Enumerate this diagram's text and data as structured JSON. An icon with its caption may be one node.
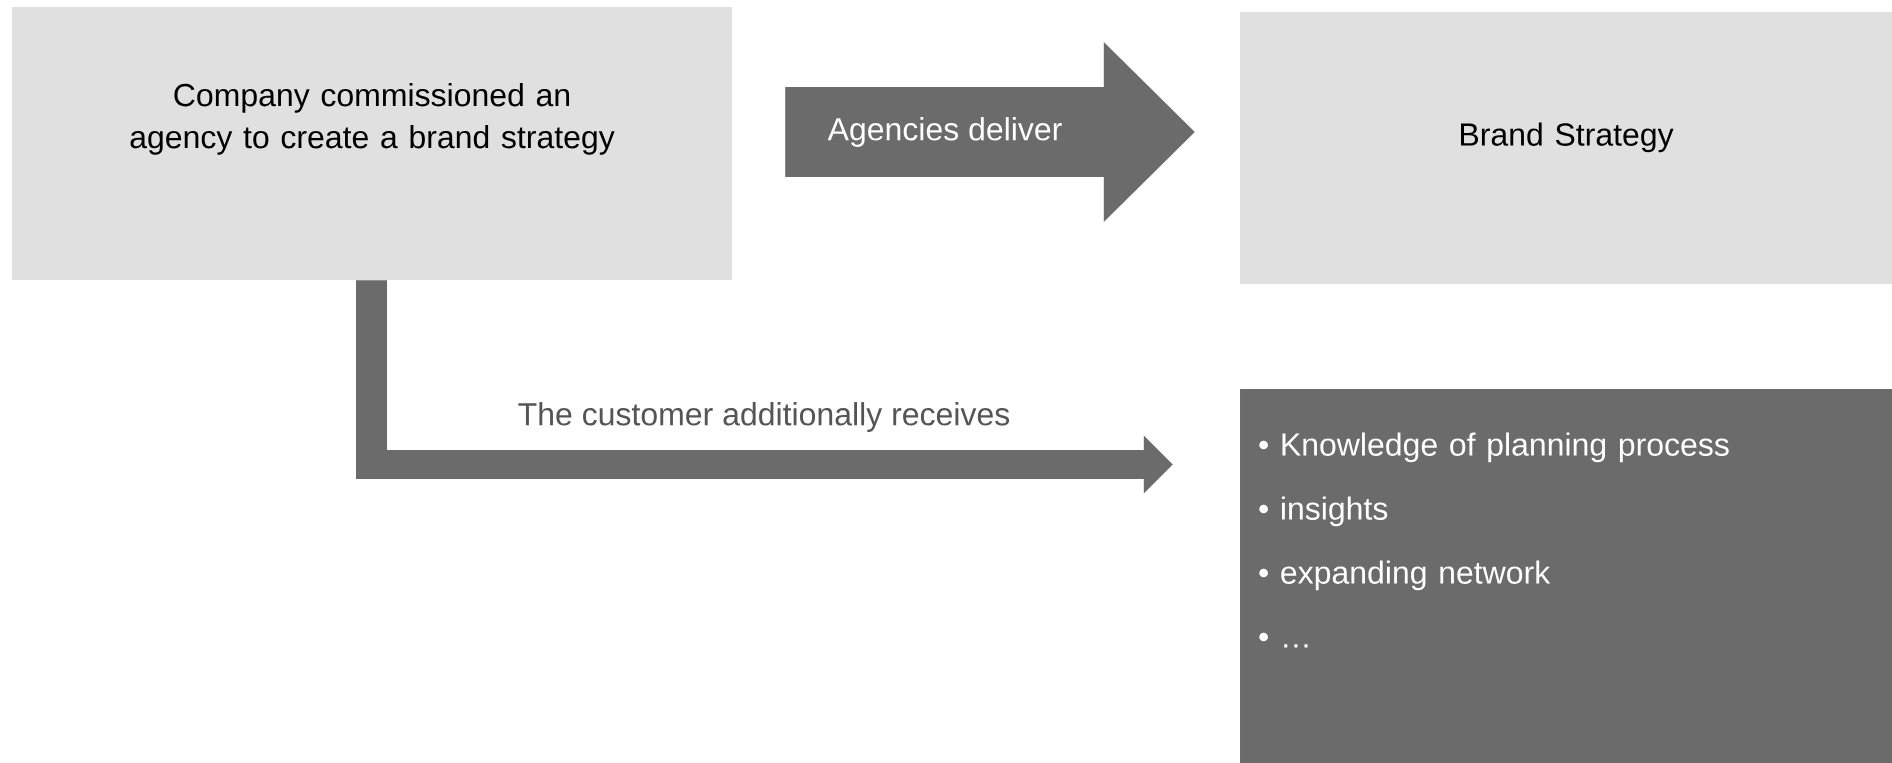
{
  "diagram": {
    "nodes": [
      {
        "text": [
          "Company commissioned an agency to create a brand strategy"
        ]
      },
      {
        "text": [
          "Brand Strategy"
        ]
      },
      {
        "text": [
          "• Knowledge of planning process",
          "• insights",
          "• expanding network",
          "• …"
        ]
      }
    ],
    "edges": [
      {
        "from": 0,
        "to": 1,
        "arrow": "to",
        "label": "Agencies deliver"
      },
      {
        "from": 0,
        "to": 2,
        "arrow": "to",
        "label": "The customer additionally receives"
      }
    ]
  }
}
